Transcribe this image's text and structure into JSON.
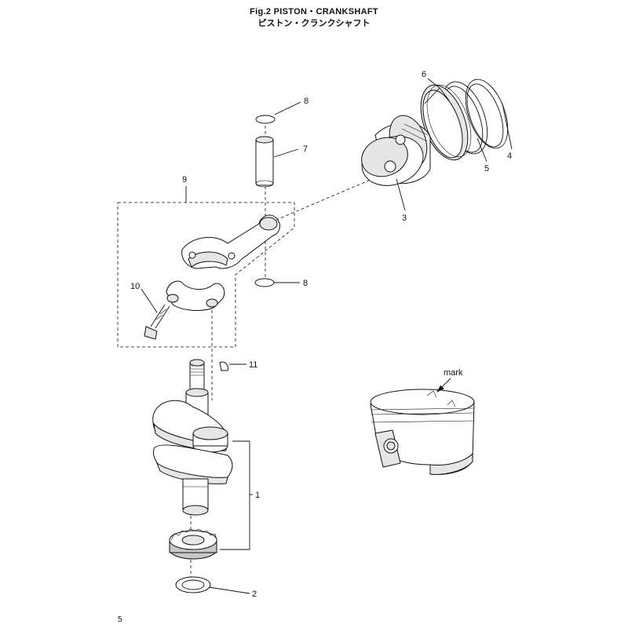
{
  "header": {
    "title_en": "Fig.2  PISTON・CRANKSHAFT",
    "title_jp": "ピストン・クランクシャフト"
  },
  "page_number": "5",
  "detail": {
    "mark_label": "mark"
  },
  "callouts": {
    "crankshaft": "1",
    "crank_washer": "2",
    "piston": "3",
    "ring_top": "4",
    "ring_second": "5",
    "ring_oil": "6",
    "piston_pin": "7",
    "pin_clip_top": "8",
    "pin_clip_bottom": "8",
    "connecting_rod_assy": "9",
    "rod_bolt": "10",
    "woodruff_key": "11"
  }
}
